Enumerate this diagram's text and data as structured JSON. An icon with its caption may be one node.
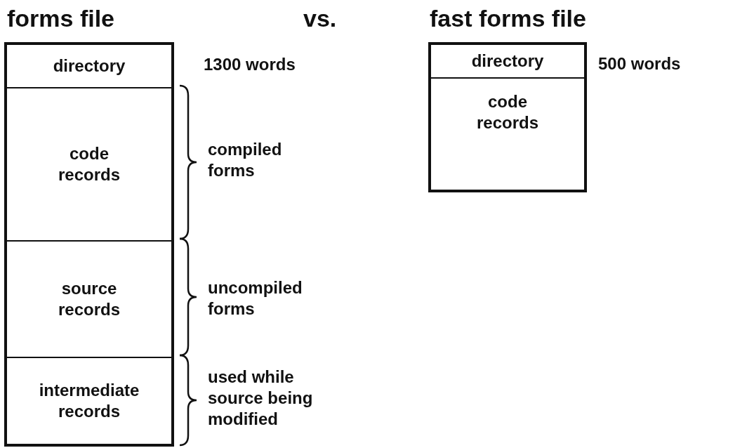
{
  "diagram": {
    "nodes": [
      {
        "text": [
          "forms file"
        ],
        "beside": [
          "1300 words"
        ]
      },
      {
        "text": [
          "directory"
        ],
        "in": 0
      },
      {
        "text": [
          "code records"
        ],
        "in": 0
      },
      {
        "text": [
          "source records"
        ],
        "in": 0
      },
      {
        "text": [
          "intermediate records"
        ],
        "in": 0
      },
      {
        "text": [
          "fast forms file"
        ],
        "beside": [
          "500 words"
        ]
      },
      {
        "text": [
          "directory"
        ],
        "in": 5
      },
      {
        "text": [
          "code records"
        ],
        "in": 5
      }
    ],
    "labels": [
      "vs.",
      "compiled forms",
      "uncompiled forms",
      "used while source being modified"
    ]
  }
}
